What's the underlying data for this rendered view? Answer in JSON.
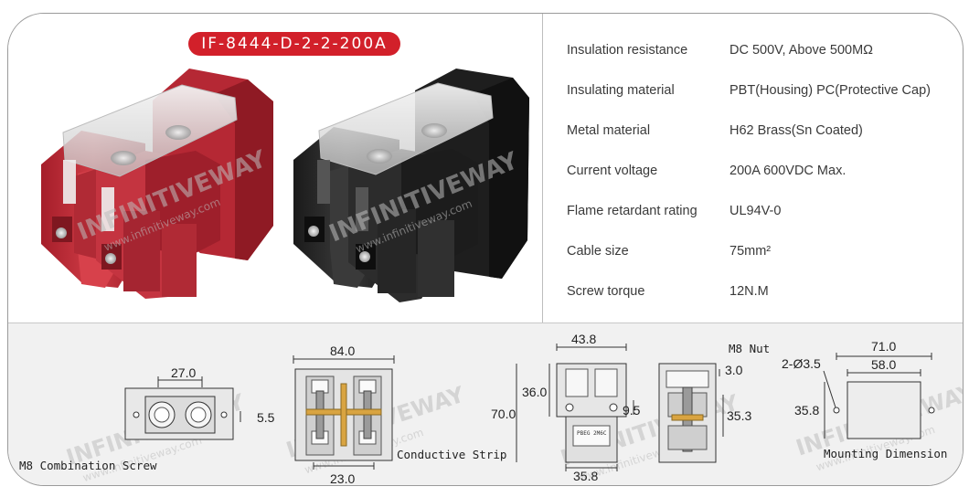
{
  "model": "IF-8444-D-2-2-200A",
  "specs": [
    {
      "label": "Insulation resistance",
      "value": "DC 500V, Above 500MΩ"
    },
    {
      "label": "Insulating material",
      "value": "PBT(Housing) PC(Protective Cap)"
    },
    {
      "label": "Metal material",
      "value": "H62 Brass(Sn Coated)"
    },
    {
      "label": "Current voltage",
      "value": "200A 600VDC Max."
    },
    {
      "label": "Flame retardant rating",
      "value": "UL94V-0"
    },
    {
      "label": "Cable size",
      "value": "75mm²"
    },
    {
      "label": "Screw torque",
      "value": "12N.M"
    }
  ],
  "watermark": {
    "brand": "INFINITIVEWAY",
    "url": "www.infinitiveway.com"
  },
  "drawings": {
    "top_view": {
      "dims": [
        "27.0",
        "5.5"
      ],
      "caption": "M8 Combination Screw"
    },
    "section_view": {
      "dims": [
        "84.0",
        "23.0"
      ],
      "caption": "Conductive Strip"
    },
    "side_view": {
      "dims": [
        "43.8",
        "36.0",
        "70.0",
        "9.5",
        "35.8"
      ],
      "label": "PBEG 2M6C"
    },
    "nut_view": {
      "dims": [
        "3.0",
        "35.3"
      ],
      "caption": "M8 Nut"
    },
    "mounting": {
      "dims": [
        "71.0",
        "58.0",
        "35.8",
        "2-Ø3.5"
      ],
      "caption": "Mounting Dimension"
    }
  },
  "colors": {
    "badge": "#d2202a",
    "red_housing": "#c4303a",
    "black_housing": "#262626",
    "brass": "#d9a441"
  }
}
